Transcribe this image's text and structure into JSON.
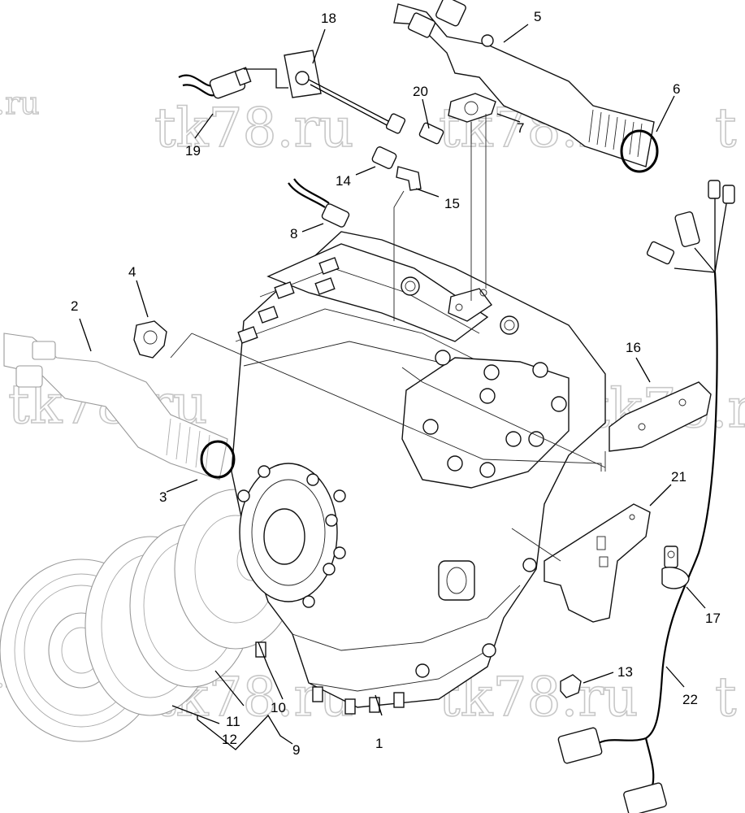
{
  "watermark": {
    "text": "tk78.ru",
    "fragments": {
      "left": ".ru",
      "right": "t"
    }
  },
  "callouts": [
    {
      "id": "1",
      "label": "1"
    },
    {
      "id": "2",
      "label": "2"
    },
    {
      "id": "3",
      "label": "3"
    },
    {
      "id": "4",
      "label": "4"
    },
    {
      "id": "5",
      "label": "5"
    },
    {
      "id": "6",
      "label": "6"
    },
    {
      "id": "7",
      "label": "7"
    },
    {
      "id": "8",
      "label": "8"
    },
    {
      "id": "9",
      "label": "9"
    },
    {
      "id": "10",
      "label": "10"
    },
    {
      "id": "11",
      "label": "11"
    },
    {
      "id": "12",
      "label": "12"
    },
    {
      "id": "13",
      "label": "13"
    },
    {
      "id": "14",
      "label": "14"
    },
    {
      "id": "15",
      "label": "15"
    },
    {
      "id": "16",
      "label": "16"
    },
    {
      "id": "17",
      "label": "17"
    },
    {
      "id": "18",
      "label": "18"
    },
    {
      "id": "19",
      "label": "19"
    },
    {
      "id": "20",
      "label": "20"
    },
    {
      "id": "21",
      "label": "21"
    },
    {
      "id": "22",
      "label": "22"
    }
  ]
}
